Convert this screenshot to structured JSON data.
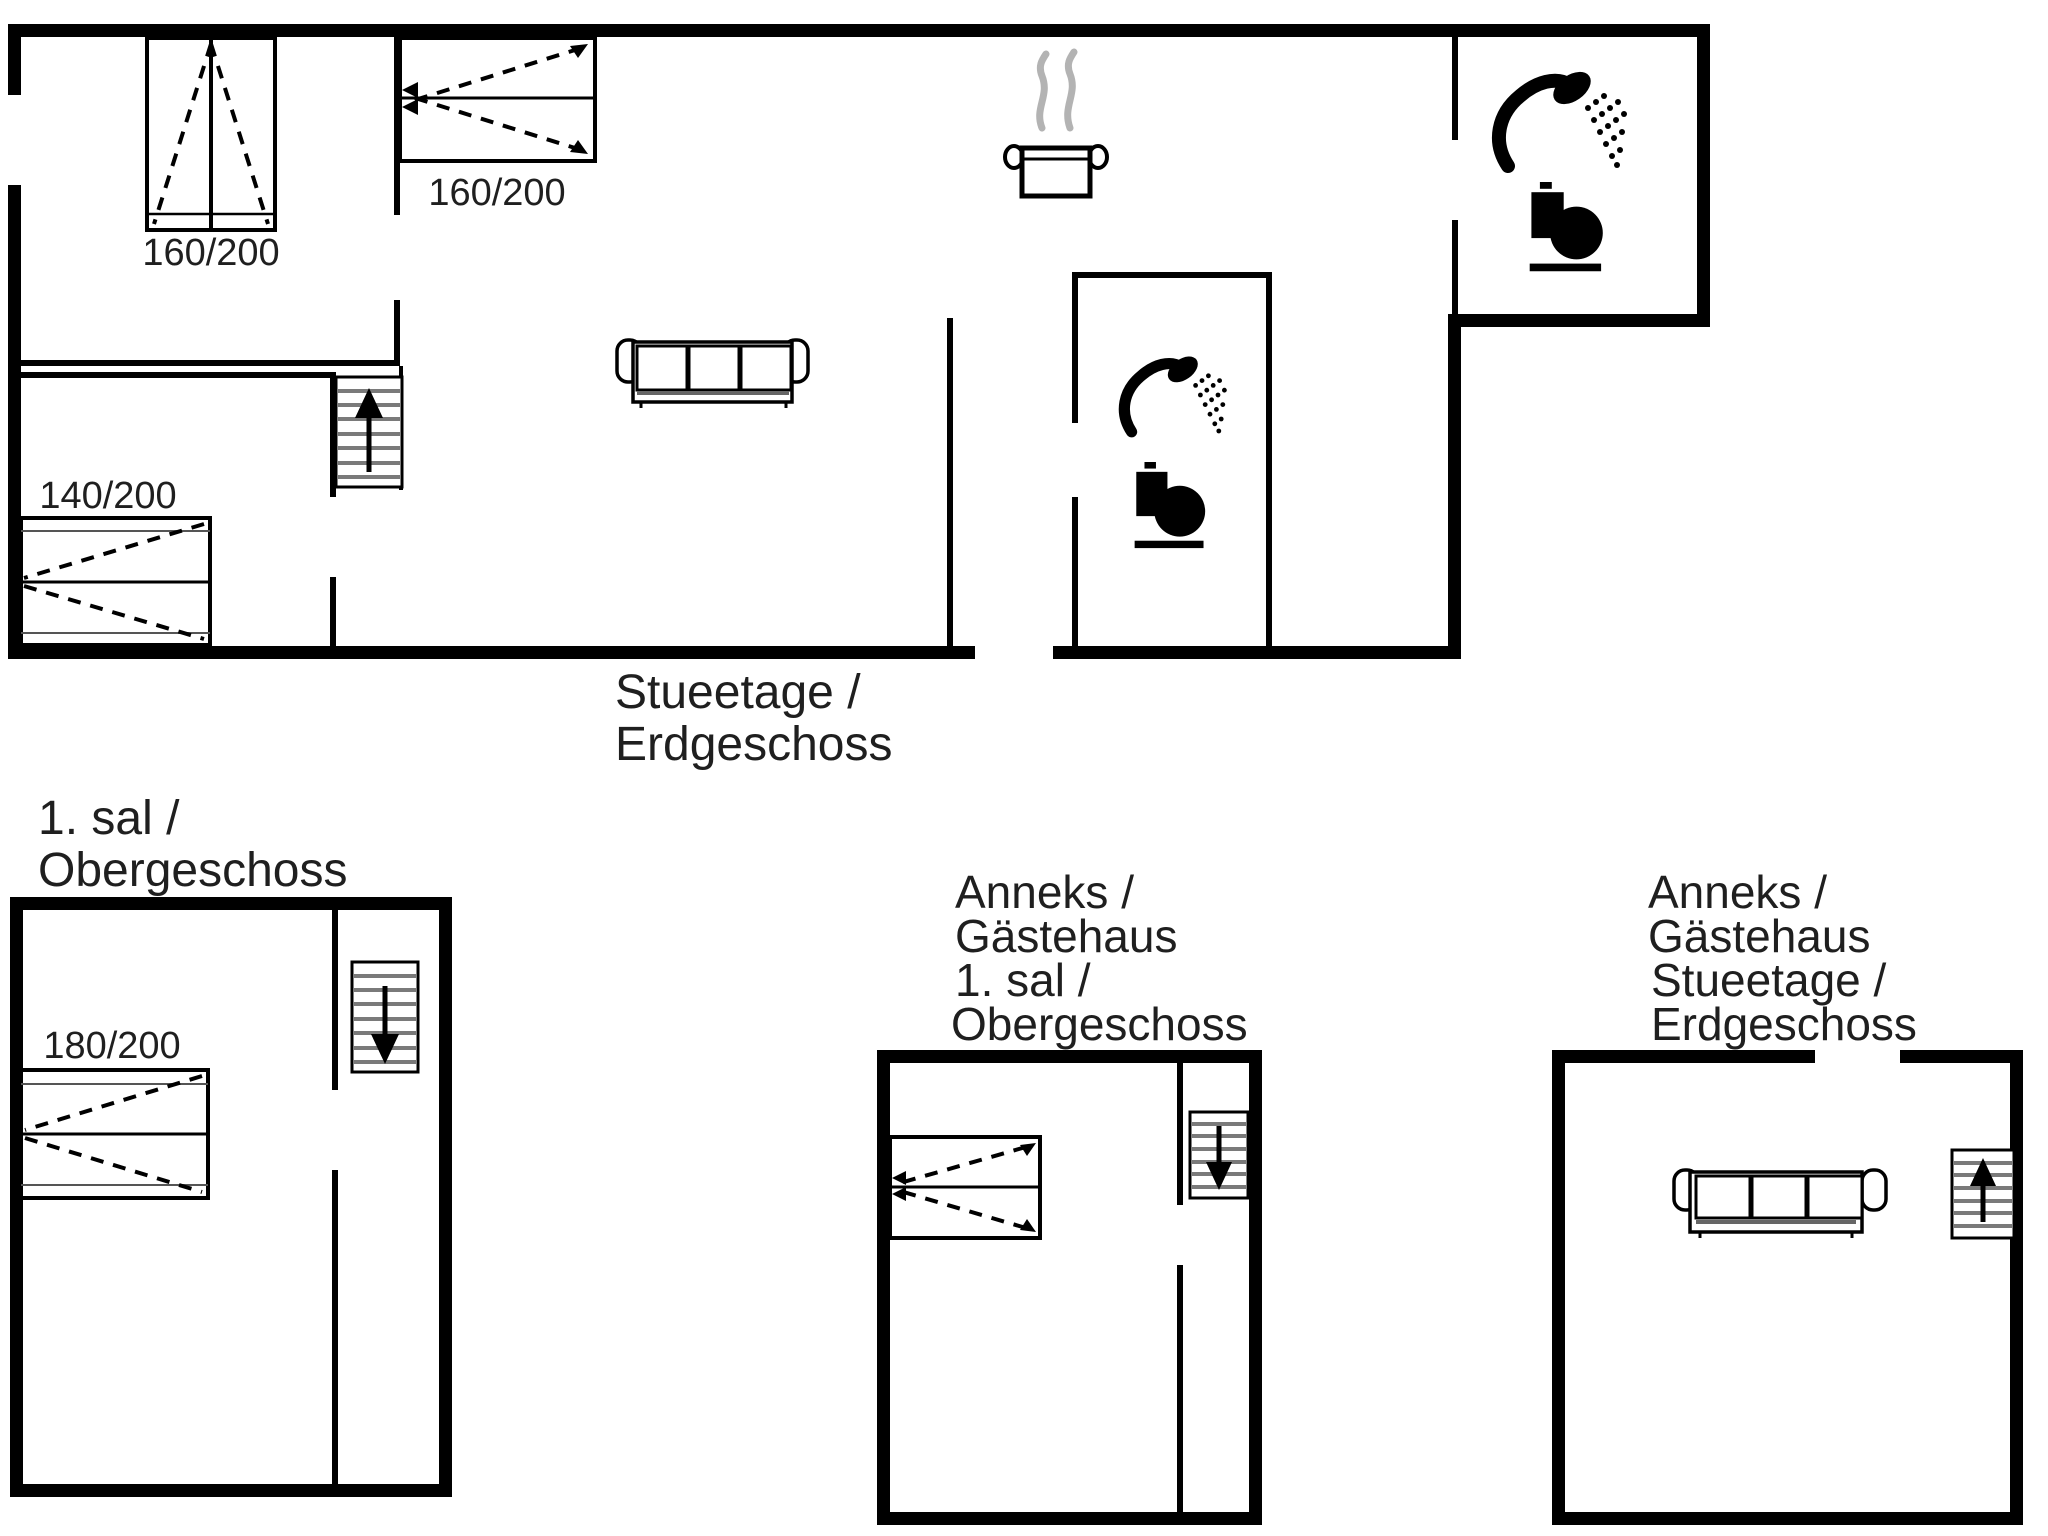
{
  "page": {
    "type": "floor-plan",
    "background": "#ffffff"
  },
  "colors": {
    "wall": "#000000",
    "furniture_outline": "#000000",
    "stair_tread": "#7a7a7a",
    "steam": "#b3b3b3",
    "sofa_band": "#666666"
  },
  "floors": {
    "main": {
      "label_lines": [
        "Stueetage /",
        "Erdgeschoss"
      ],
      "beds": [
        {
          "id": "bedroom-1",
          "size": "160/200"
        },
        {
          "id": "bedroom-2",
          "size": "160/200"
        },
        {
          "id": "bedroom-3",
          "size": "140/200"
        }
      ],
      "icons": [
        "stairs-up-icon",
        "sofa-icon",
        "cooking-pot-icon",
        "shower-icon",
        "toilet-icon"
      ]
    },
    "upper": {
      "label_lines": [
        "1. sal /",
        "Obergeschoss"
      ],
      "beds": [
        {
          "id": "upper-bedroom",
          "size": "180/200"
        }
      ],
      "icons": [
        "stairs-down-icon"
      ]
    },
    "annex_upper": {
      "label_lines": [
        "Anneks /",
        "Gästehaus",
        "1. sal /",
        "Obergeschoss"
      ],
      "icons": [
        "fold-out-bed",
        "stairs-down-icon"
      ]
    },
    "annex_ground": {
      "label_lines": [
        "Anneks /",
        "Gästehaus",
        "Stueetage /",
        "Erdgeschoss"
      ],
      "icons": [
        "sofa-icon",
        "stairs-up-icon"
      ]
    }
  }
}
